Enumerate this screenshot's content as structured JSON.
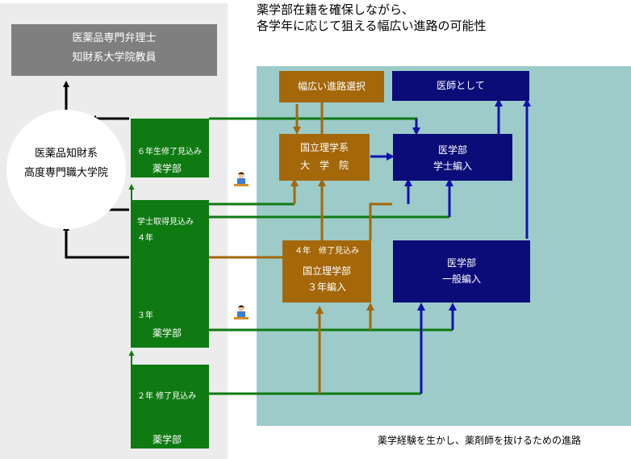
{
  "title": {
    "line1": "薬学部在籍を確保しながら、",
    "line2": "各学年に応じて狙える幅広い進路の可能性"
  },
  "footer_note": "薬学経験を生かし、薬剤師を抜けるための進路",
  "left": {
    "top_box": {
      "line1": "医薬品専門弁理士",
      "line2": "知財系大学院教員"
    },
    "circle": {
      "line1": "医薬品知財系",
      "line2": "高度専門職大学院"
    }
  },
  "green": {
    "year6": {
      "note": "６年生修了見込み",
      "label": "薬学部"
    },
    "year4": {
      "note": "学士取得見込み",
      "year": "４年"
    },
    "year3": {
      "year": "３年",
      "label": "薬学部"
    },
    "year2": {
      "note": "２年 修了見込み",
      "label": "薬学部"
    }
  },
  "brown": {
    "wide": "幅広い進路選択",
    "grad": {
      "line1": "国立理学系",
      "line2": "大　学　院"
    },
    "transfer3": {
      "note": "４年　修了見込み",
      "line1": "国立理学部",
      "line2": "３年編入"
    }
  },
  "navy": {
    "doctor": "医師として",
    "bachelor": {
      "line1": "医学部",
      "line2": "学士編入"
    },
    "general": {
      "line1": "医学部",
      "line2": "一般編入"
    }
  },
  "icons": [
    "student-at-desk-icon",
    "student-at-desk-icon"
  ],
  "colors": {
    "green": "#0f7a12",
    "brown": "#a4670a",
    "navy": "#0c0c78",
    "blue_arrow": "#1010b0",
    "teal_bg": "#9ccbc9",
    "gray_bg": "#ececec"
  }
}
